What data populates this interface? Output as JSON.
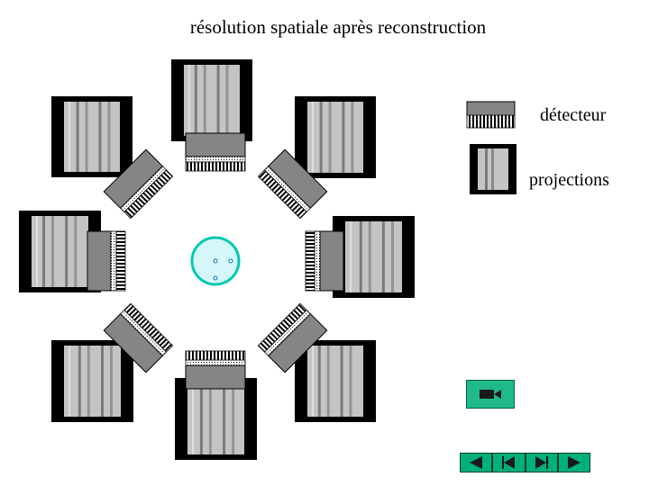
{
  "title": "résolution spatiale après reconstruction",
  "legend": {
    "detector_label": "détecteur",
    "projections_label": "projections"
  },
  "colors": {
    "frame": "#000000",
    "panel": "#c4c4c4",
    "detector_body": "#858585",
    "object_outline": "#00c8b4",
    "object_fill": "#d5f7f7",
    "nav_button": "#00b07a",
    "camera_button": "#1fb98a"
  },
  "controls": {
    "camera_icon": "video-camera-icon",
    "nav_icons": [
      "arrow-left-icon",
      "skip-to-start-icon",
      "skip-to-end-icon",
      "arrow-right-icon"
    ]
  }
}
